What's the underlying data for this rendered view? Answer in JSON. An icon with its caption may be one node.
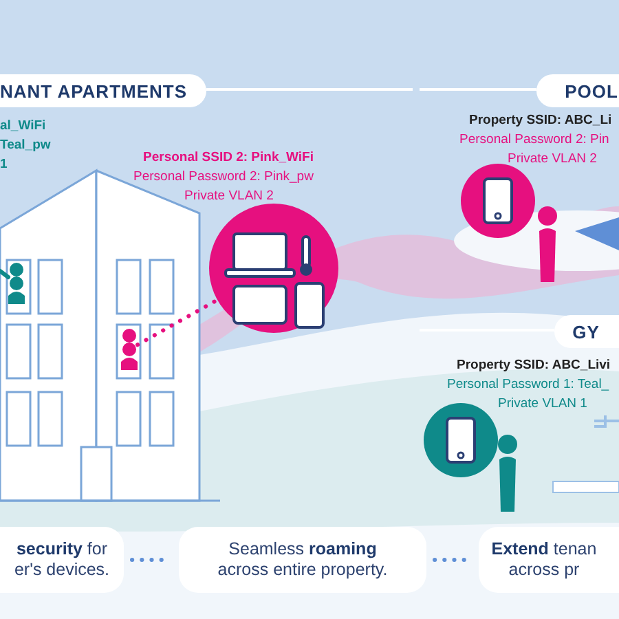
{
  "diagram": {
    "nodes": [
      {
        "text": [
          "NANT APARTMENTS"
        ]
      },
      {
        "text": [
          "POOL"
        ]
      },
      {
        "text": [
          "GY"
        ]
      },
      {
        "text": [
          "**security** for er's devices."
        ]
      },
      {
        "text": [
          "Seamless **roaming** across entire property."
        ]
      },
      {
        "text": [
          "**Extend** tenan across pr"
        ]
      },
      {
        "text": [],
        "shape": "person"
      },
      {
        "text": [],
        "shape": "person"
      },
      {
        "text": [],
        "shape": "picture",
        "beside": [
          "Personal SSID 2: Pink_WiFi",
          "Personal Password 2: Pink_pw",
          "Private VLAN 2"
        ]
      },
      {
        "text": [],
        "shape": "picture",
        "beside": [
          "Property SSID: ABC_Li",
          "Personal Password 2: Pin",
          "Private VLAN 2"
        ]
      },
      {
        "text": [],
        "shape": "picture",
        "beside": [
          "Property SSID: ABC_Livi",
          "Personal Password 1: Teal_",
          "Private VLAN 1"
        ]
      }
    ],
    "edges": [
      {
        "from": 3,
        "to": 4,
        "arrow": "none",
        "style": "dashed"
      },
      {
        "from": 4,
        "to": 5,
        "arrow": "none",
        "style": "dashed"
      },
      {
        "from": 7,
        "to": 8,
        "arrow": "none",
        "style": "dashed",
        "color": "#e6107f"
      },
      {
        "from": null,
        "to": 6,
        "arrow": "none",
        "color": "#0f8a8a"
      }
    ],
    "labels": [
      "al_WiFi",
      "Teal_pw",
      "1"
    ]
  }
}
